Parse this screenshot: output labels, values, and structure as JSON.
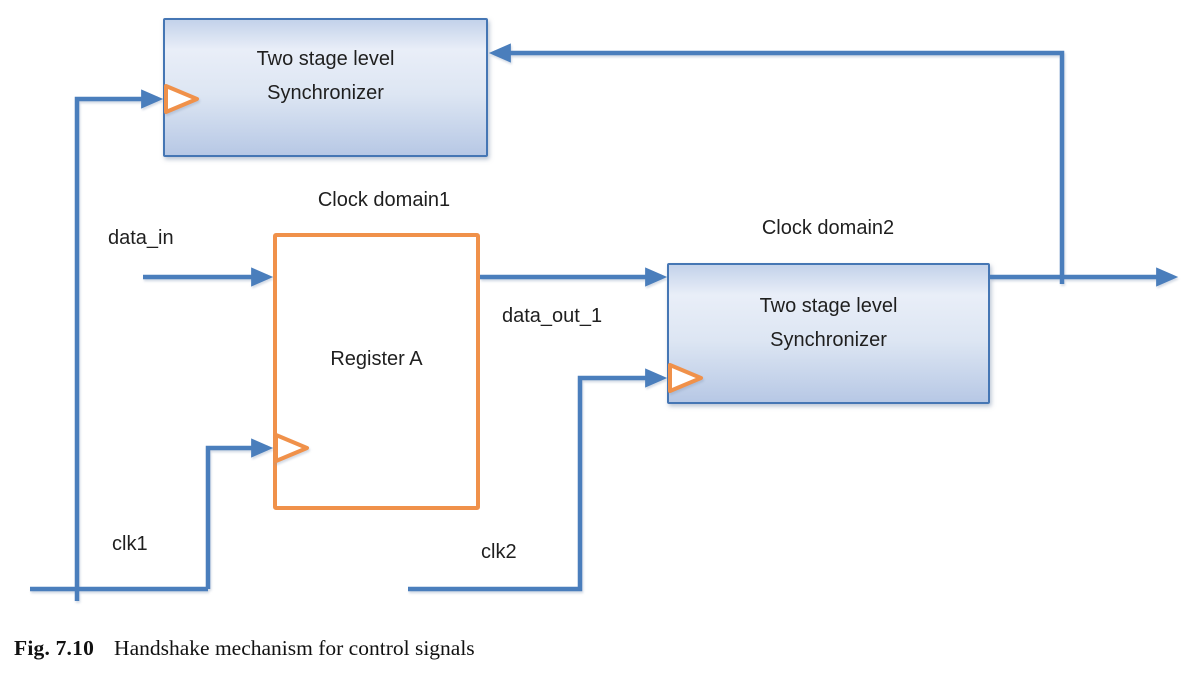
{
  "figure": {
    "caption_label": "Fig. 7.10",
    "caption_text": "Handshake mechanism for control signals"
  },
  "diagram": {
    "domains": {
      "domain1_label": "Clock domain1",
      "domain2_label": "Clock domain2"
    },
    "blocks": {
      "sync_top": {
        "line1": "Two stage level",
        "line2": "Synchronizer"
      },
      "register_a": {
        "label": "Register A"
      },
      "sync_right": {
        "line1": "Two stage level",
        "line2": "Synchronizer"
      }
    },
    "signals": {
      "data_in": "data_in",
      "data_out_1": "data_out_1",
      "clk1": "clk1",
      "clk2": "clk2"
    },
    "icons": {
      "clock_input": "clock-input-triangle",
      "arrow": "solid-arrowhead"
    }
  },
  "colors": {
    "wire_blue": "#4a7ebc",
    "box_border_blue": "#4576b4",
    "box_fill_top": "#c3d2ea",
    "box_fill_light": "#e9eef8",
    "box_fill_bottom": "#b7c8e5",
    "register_orange": "#f0914a",
    "text_dark": "#1f1f1f"
  }
}
